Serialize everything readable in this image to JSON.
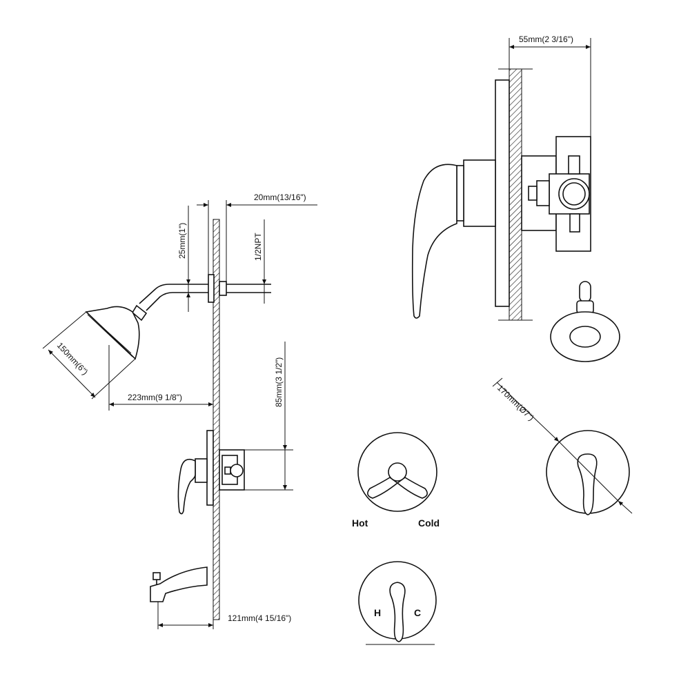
{
  "dimensions": {
    "arm_depth": "20mm(13/16\")",
    "arm_rise": "25mm(1\")",
    "pipe_thread": "1/2NPT",
    "head_diameter": "150mm(6\")",
    "head_reach": "223mm(9 1/8\")",
    "valve_height": "85mm(3 1/2\")",
    "spout_reach": "121mm(4 15/16\")",
    "valve_depth": "55mm(2 3/16\")",
    "plate_diameter": "170mm(Ø7\")"
  },
  "labels": {
    "hot": "Hot",
    "cold": "Cold",
    "h": "H",
    "c": "C"
  }
}
